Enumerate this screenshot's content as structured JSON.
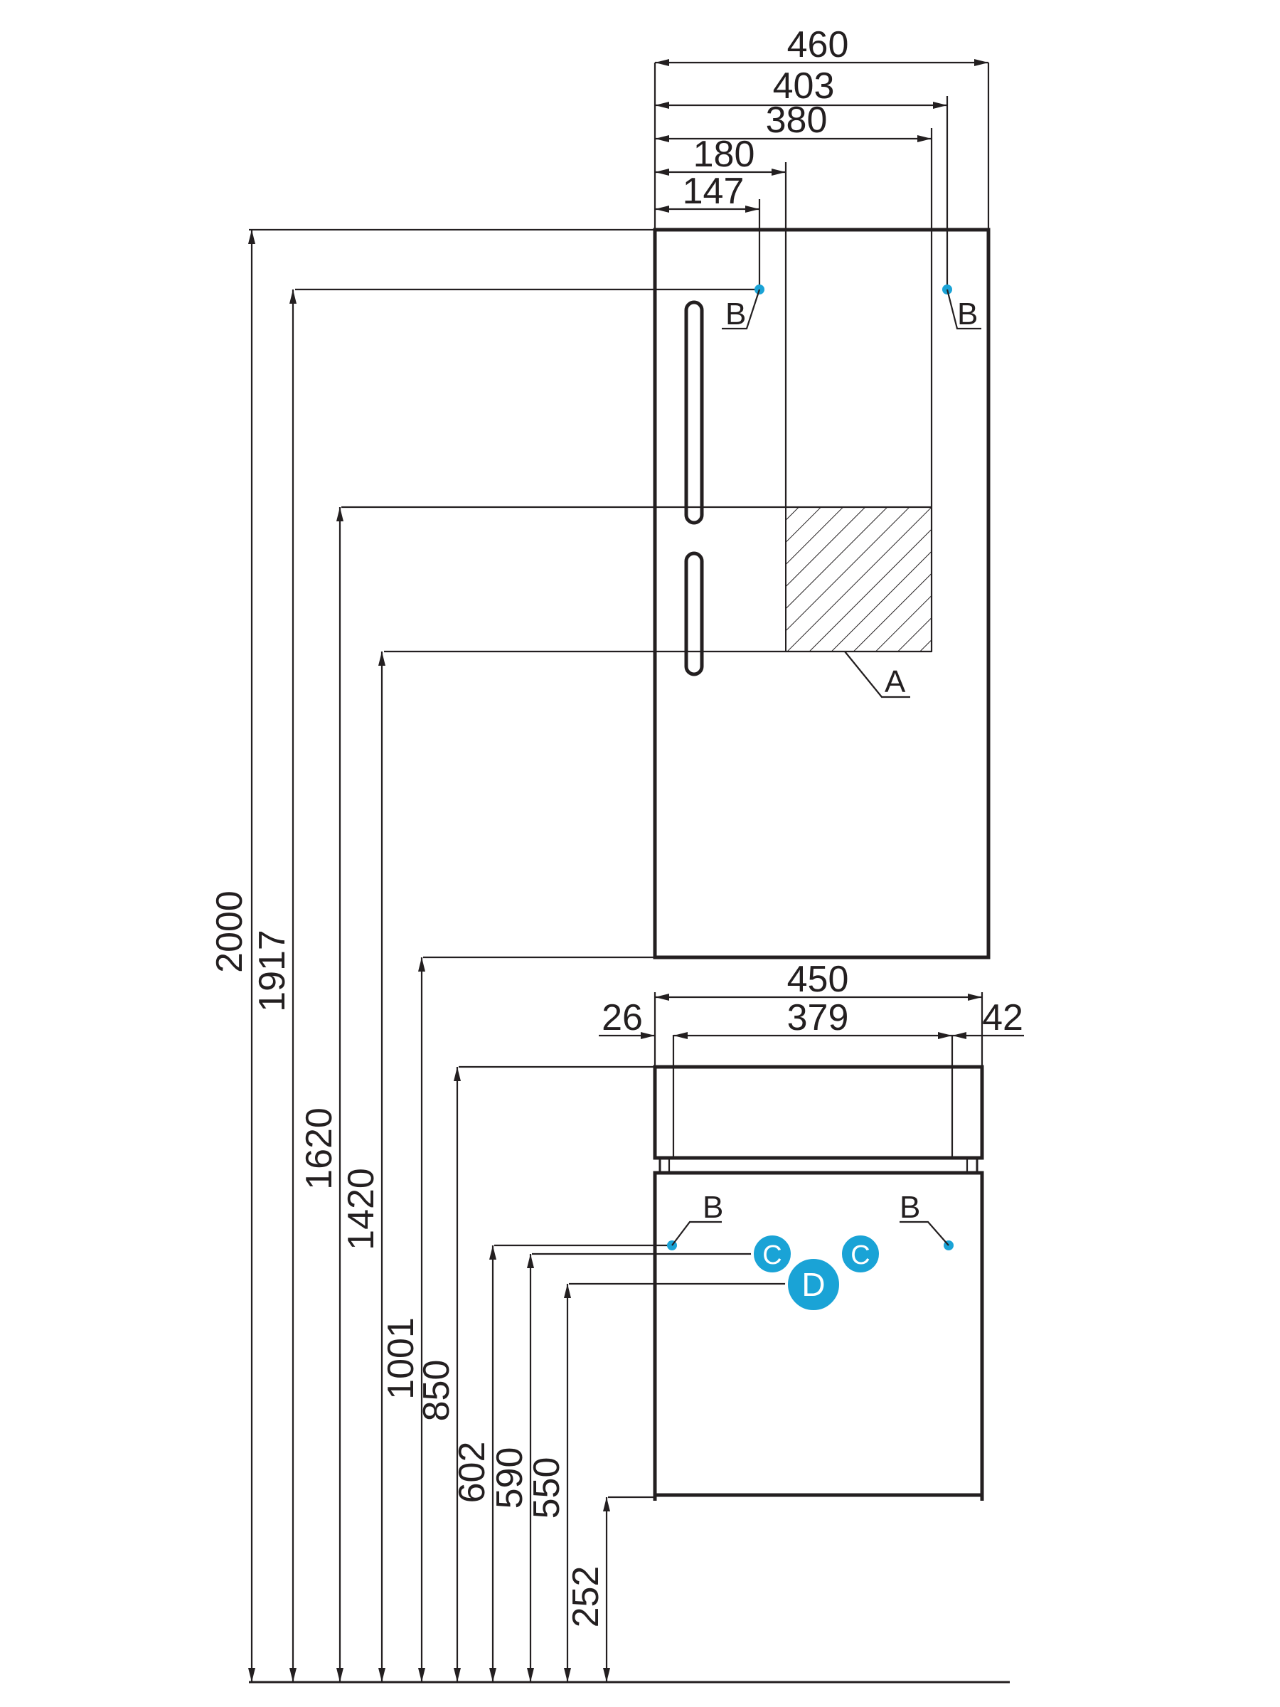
{
  "colors": {
    "line": "#231f20",
    "connection": "#1aa3d6",
    "background": "#ffffff"
  },
  "upper_cabinet": {
    "top_dims": [
      "460",
      "403",
      "380",
      "180",
      "147"
    ],
    "point_labels": {
      "b_left": "B",
      "b_right": "B",
      "a_zone": "A"
    }
  },
  "lower_cabinet": {
    "top_dims": {
      "width": "450",
      "inner": "379",
      "left_offset": "26",
      "right_offset": "42"
    },
    "point_labels": {
      "b_left": "B",
      "b_right": "B",
      "c_left": "C",
      "c_right": "C",
      "d_drain": "D"
    }
  },
  "height_dims": [
    "2000",
    "1917",
    "1620",
    "1420",
    "1001",
    "850",
    "602",
    "590",
    "550",
    "252"
  ]
}
